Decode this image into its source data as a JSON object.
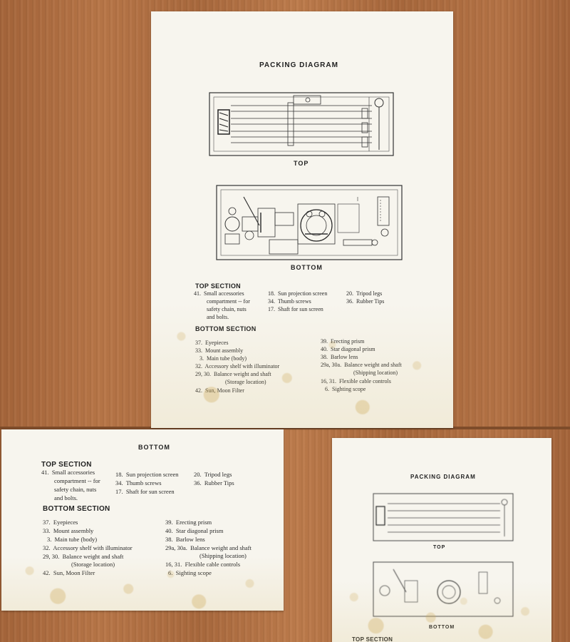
{
  "title": "PACKING  DIAGRAM",
  "top_label": "TOP",
  "bottom_label": "BOTTOM",
  "top_section": {
    "heading": "TOP SECTION",
    "col1": [
      "41.  Small accessories",
      "compartment -- for",
      "safety chain, nuts",
      "and bolts."
    ],
    "col2": [
      "18.  Sun projection screen",
      "34.  Thumb screws",
      "17.  Shaft for sun screen"
    ],
    "col3": [
      "20.  Tripod legs",
      "36.  Rubber Tips"
    ]
  },
  "bottom_section": {
    "heading": "BOTTOM SECTION",
    "col1": [
      "37.  Eyepieces",
      "33.  Mount assembly",
      "3.  Main tube (body)",
      "32.  Accessory shelf with illuminator",
      "29, 30.  Balance weight and shaft",
      "(Storage location)",
      "42.  Sun, Moon Filter"
    ],
    "col2": [
      "39.  Erecting prism",
      "40.  Star diagonal prism",
      "38.  Barlow lens",
      "29a, 30a.  Balance weight and shaft",
      "(Shipping location)",
      "16, 31.  Flexible cable controls",
      "6.  Sighting scope"
    ]
  }
}
